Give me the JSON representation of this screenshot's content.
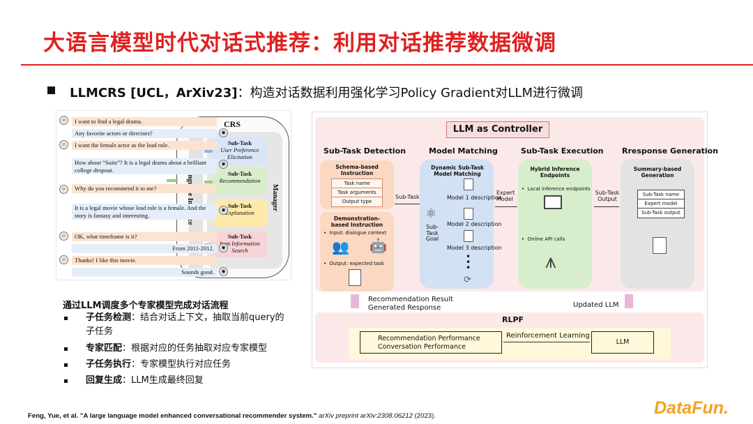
{
  "page": {
    "title": "大语言模型时代对话式推荐：利用对话推荐数据微调",
    "main_bullet_bold": "LLMCRS [UCL，ArXiv23]",
    "main_bullet_text": "：构造对话数据利用强化学习Policy Gradient对LLM进行微调"
  },
  "crs_figure": {
    "title": "CRS",
    "language_interface": "Language Interface",
    "manager": "Manager",
    "dialogue": [
      {
        "role": "user",
        "text": "I want to find a legal drama."
      },
      {
        "role": "bot",
        "text": "Any favorite actors or directors?"
      },
      {
        "role": "user",
        "text": "I want the female actor as the lead role."
      },
      {
        "role": "bot",
        "text": "How about “Suits”? It is a legal drama about a brilliant college dropout."
      },
      {
        "role": "user",
        "text": "Why do you recommend it to me?"
      },
      {
        "role": "bot",
        "text": "It is a legal movie whose lead role is a female. And the story is fantasy and interesting."
      },
      {
        "role": "user",
        "text": "OK, what timeframe is it?"
      },
      {
        "role": "bot",
        "text": "From 2011-2012."
      },
      {
        "role": "user",
        "text": "Thanks! I like this movie."
      },
      {
        "role": "bot",
        "text": "Sounds good."
      }
    ],
    "subtasks": [
      {
        "name": "Sub-Task",
        "desc": "User Preference Elicitation",
        "color": "#d9e6f7"
      },
      {
        "name": "Sub-Task",
        "desc": "Recommendation",
        "color": "#d8eecb"
      },
      {
        "name": "Sub-Task",
        "desc": "Explanation",
        "color": "#fdeaa8"
      },
      {
        "name": "Sub-Task",
        "desc": "Item Information Search",
        "color": "#f7d4d7"
      }
    ]
  },
  "llm_figure": {
    "controller_title": "LLM as Controller",
    "col_detection": "Sub-Task Detection",
    "col_matching": "Model Matching",
    "col_execution": "Sub-Task Execution",
    "col_generation": "Rresponse Generation",
    "schema_title": "Schema-based Instruction",
    "schema_rows": [
      "Task name",
      "Task arguments",
      "Output type"
    ],
    "demo_title": "Demonstration-based Instruction",
    "demo_input": "Input: dialogue context",
    "demo_output": "Output: expected task",
    "dyn_title": "Dynamic Sub-Task Model Matching",
    "models": [
      "Model 1 description",
      "Model 2 description",
      "Model 3 description"
    ],
    "subtask_label": "Sub-Task",
    "subtask_goal": "Sub-Task Goal",
    "expert_model": "Expert Model",
    "hybrid_title": "Hybrid Inference Endpoints",
    "local_endpoints": "Local inference endpoints",
    "online_api": "Online API calls",
    "subtask_output": "Sub-Task Output",
    "summary_title": "Summary-based Generation",
    "summary_rows": [
      "Sub-Task name",
      "Expert model",
      "Sub-Task output"
    ],
    "rec_result": "Recommendation Result",
    "gen_response": "Generated Response",
    "updated_llm": "Updated LLM",
    "rlpf_title": "RLPF",
    "rec_perf": "Recommendation Performance",
    "conv_perf": "Conversation Performance",
    "rl": "Reinforcement Learning",
    "llm": "LLM"
  },
  "description": {
    "heading": "通过LLM调度多个专家模型完成对话流程",
    "items": [
      {
        "bold": "子任务检测",
        "text": "：结合对话上下文，抽取当前query的",
        "text2": "子任务"
      },
      {
        "bold": "专家匹配",
        "text": "：根据对应的任务抽取对应专家模型"
      },
      {
        "bold": "子任务执行",
        "text": "：专家模型执行对应任务"
      },
      {
        "bold": "回复生成",
        "text": "：LLM生成最终回复"
      }
    ]
  },
  "footer": {
    "citation_bold": "Feng, Yue, et al. \"A large language model enhanced conversational recommender system.\"",
    "citation_italic": "arXiv preprint arXiv:2308.06212",
    "citation_year": "(2023).",
    "logo": "DataFun."
  },
  "colors": {
    "accent": "#e02020",
    "logo": "#f5a021"
  }
}
